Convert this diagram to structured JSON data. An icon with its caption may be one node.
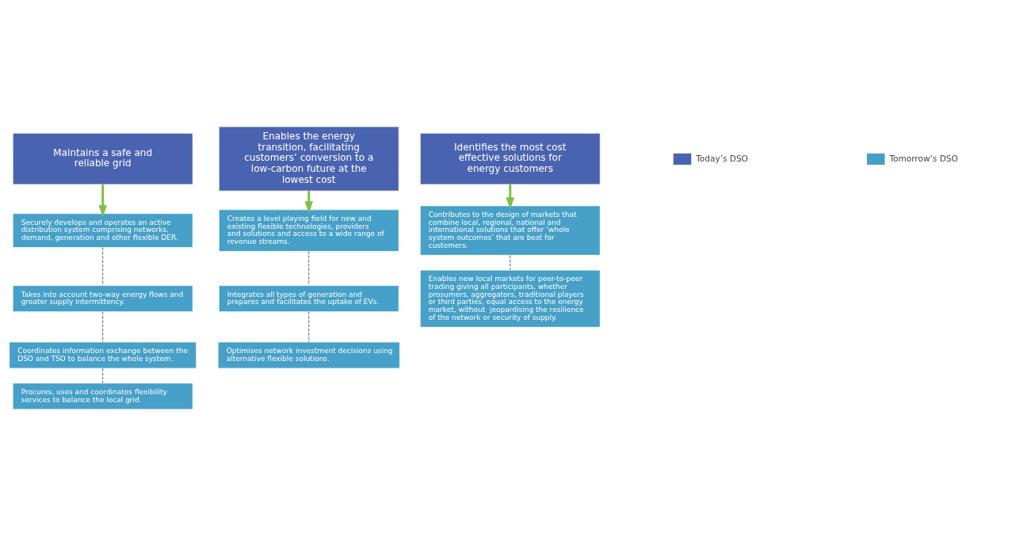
{
  "diagram": {
    "nodes": [
      {
        "text": [
          "Maintains a safe and reliable grid"
        ]
      },
      {
        "text": [
          "Securely develops and operates an active distribution system comprising networks, demand, generation and other flexible DER."
        ]
      },
      {
        "text": [
          "Takes into account two-way energy flows and greater supply intermittency."
        ]
      },
      {
        "text": [
          "Coordinates information exchange between the DSO and TSO to balance the whole system."
        ]
      },
      {
        "text": [
          "Procures, uses and coordinates flexibility services to balance the local grid."
        ]
      },
      {
        "text": [
          "Enables the energy transition, facilitating customers’ conversion to a low-carbon future at the lowest cost"
        ]
      },
      {
        "text": [
          "Creates a level playing field for new and existing flexible technologies, providers and solutions and access to a wide range of revenue streams."
        ]
      },
      {
        "text": [
          "Integrates all types of generation and prepares and facilitates the uptake of EVs."
        ]
      },
      {
        "text": [
          "Optimises network investment decisions using alternative flexible solutions."
        ]
      },
      {
        "text": [
          "Identifies the most cost effective solutions for energy customers"
        ]
      },
      {
        "text": [
          "Contributes to the design of markets that combine local, regional, national and international solutions that offer ‘whole system outcomes’ that are best for customers."
        ]
      },
      {
        "text": [
          "Enables new local markets for peer-to-peer trading giving all participants, whether prosumers, aggregators, traditional players or third parties, equal access to the energy market, without  jeopardising the resilience of the network or security of supply."
        ]
      }
    ],
    "edges": [
      {
        "from": 0,
        "to": 1,
        "arrow": "to",
        "style": "thick",
        "color": "#7dc243"
      },
      {
        "from": 1,
        "to": 2,
        "arrow": "none",
        "style": "dashed"
      },
      {
        "from": 2,
        "to": 3,
        "arrow": "none",
        "style": "dashed"
      },
      {
        "from": 3,
        "to": 4,
        "arrow": "none",
        "style": "dashed"
      },
      {
        "from": 5,
        "to": 6,
        "arrow": "to",
        "style": "thick",
        "color": "#7dc243"
      },
      {
        "from": 6,
        "to": 7,
        "arrow": "none",
        "style": "dashed"
      },
      {
        "from": 7,
        "to": 8,
        "arrow": "none",
        "style": "dashed"
      },
      {
        "from": 9,
        "to": 10,
        "arrow": "to",
        "style": "thick",
        "color": "#7dc243"
      },
      {
        "from": 10,
        "to": 11,
        "arrow": "none",
        "style": "dashed"
      }
    ],
    "legend": [
      {
        "text": "Today’s DSO",
        "color": "#4a63b0"
      },
      {
        "text": "Tomorrow’s DSO",
        "color": "#46a0c8"
      }
    ]
  }
}
